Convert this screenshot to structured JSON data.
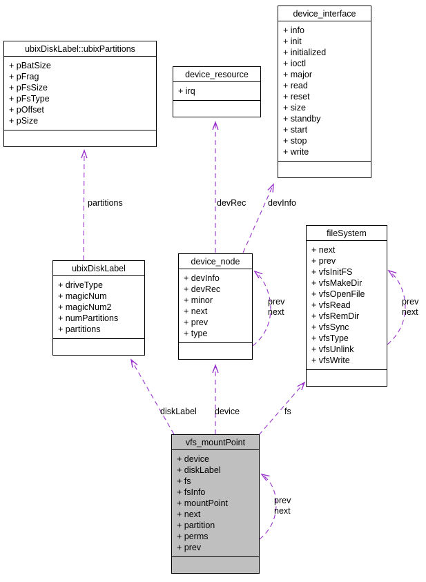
{
  "diagram": {
    "type": "uml-collaboration-graph",
    "background_color": "#ffffff",
    "edge_color": "#9932cc",
    "highlight_fill": "#bfbfbf",
    "classes": [
      {
        "name": "ubixDiskLabel::ubixPartitions",
        "fields": [
          "+ pBatSize",
          "+ pFrag",
          "+ pFsSize",
          "+ pFsType",
          "+ pOffset",
          "+ pSize"
        ]
      },
      {
        "name": "device_resource",
        "fields": [
          "+ irq"
        ]
      },
      {
        "name": "device_interface",
        "fields": [
          "+ info",
          "+ init",
          "+ initialized",
          "+ ioctl",
          "+ major",
          "+ read",
          "+ reset",
          "+ size",
          "+ standby",
          "+ start",
          "+ stop",
          "+ write"
        ]
      },
      {
        "name": "ubixDiskLabel",
        "fields": [
          "+ driveType",
          "+ magicNum",
          "+ magicNum2",
          "+ numPartitions",
          "+ partitions"
        ]
      },
      {
        "name": "device_node",
        "fields": [
          "+ devInfo",
          "+ devRec",
          "+ minor",
          "+ next",
          "+ prev",
          "+ type"
        ]
      },
      {
        "name": "fileSystem",
        "fields": [
          "+ next",
          "+ prev",
          "+ vfsInitFS",
          "+ vfsMakeDir",
          "+ vfsOpenFile",
          "+ vfsRead",
          "+ vfsRemDir",
          "+ vfsSync",
          "+ vfsType",
          "+ vfsUnlink",
          "+ vfsWrite"
        ]
      },
      {
        "name": "vfs_mountPoint",
        "fields": [
          "+ device",
          "+ diskLabel",
          "+ fs",
          "+ fsInfo",
          "+ mountPoint",
          "+ next",
          "+ partition",
          "+ perms",
          "+ prev"
        ]
      }
    ],
    "edge_labels": {
      "partitions": "partitions",
      "devRec": "devRec",
      "devInfo": "devInfo",
      "diskLabel": "diskLabel",
      "device": "device",
      "fs": "fs",
      "prev": "prev",
      "next": "next"
    },
    "edges": [
      {
        "label": "partitions",
        "from": "ubixDiskLabel",
        "to": "ubixDiskLabel::ubixPartitions",
        "style": "dashed"
      },
      {
        "label": "devRec",
        "from": "device_node",
        "to": "device_resource",
        "style": "dashed"
      },
      {
        "label": "devInfo",
        "from": "device_node",
        "to": "device_interface",
        "style": "dashed"
      },
      {
        "label": "prev next",
        "from": "device_node",
        "to": "device_node",
        "style": "dashed"
      },
      {
        "label": "prev next",
        "from": "fileSystem",
        "to": "fileSystem",
        "style": "dashed"
      },
      {
        "label": "diskLabel",
        "from": "vfs_mountPoint",
        "to": "ubixDiskLabel",
        "style": "dashed"
      },
      {
        "label": "device",
        "from": "vfs_mountPoint",
        "to": "device_node",
        "style": "dashed"
      },
      {
        "label": "fs",
        "from": "vfs_mountPoint",
        "to": "fileSystem",
        "style": "dashed"
      },
      {
        "label": "prev next",
        "from": "vfs_mountPoint",
        "to": "vfs_mountPoint",
        "style": "dashed"
      }
    ]
  }
}
